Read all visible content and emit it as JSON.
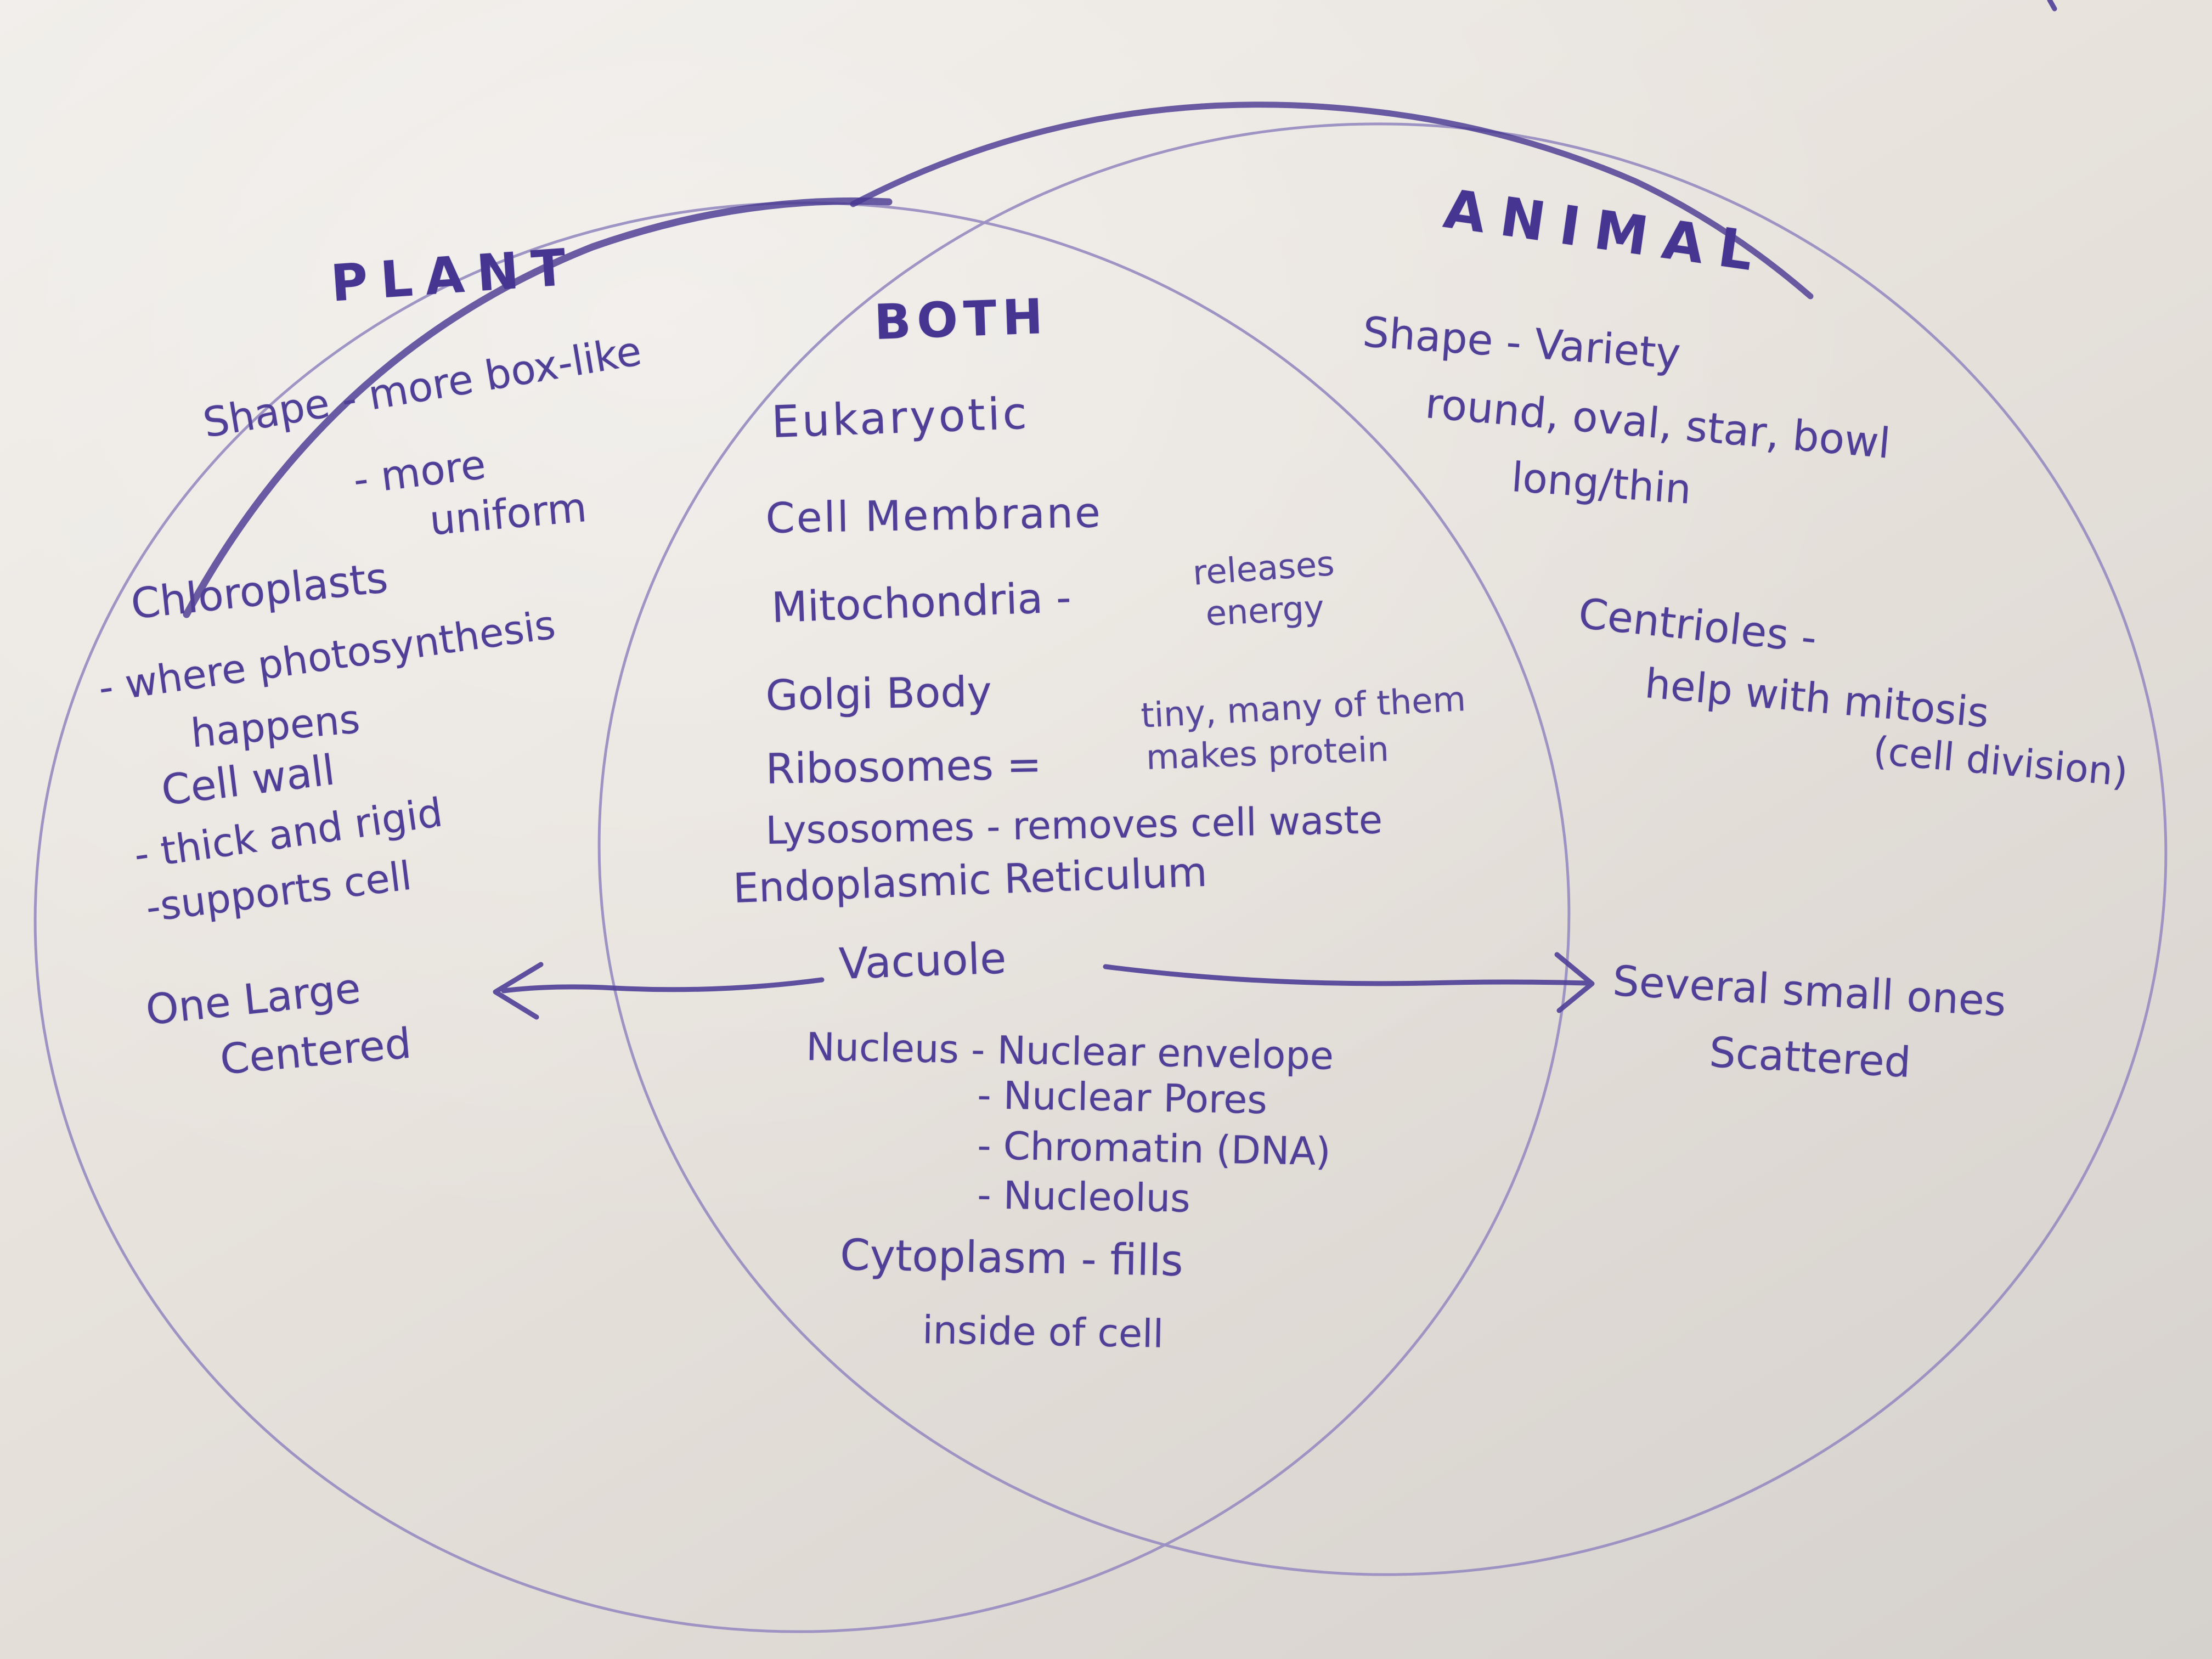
{
  "colors": {
    "ink": "#4f3f97",
    "ink-dark": "#473691",
    "ink-light": "#9a8fc2",
    "background": "#e7e2dc"
  },
  "plant": {
    "label": "PLANT",
    "shape_line1": "Shape - more box-like",
    "shape_line2": "- more",
    "shape_line3": "uniform",
    "chloroplasts_line1": "Chloroplasts",
    "chloroplasts_line2": "- where photosynthesis",
    "chloroplasts_line3": "happens",
    "cell_wall_line1": "Cell wall",
    "cell_wall_line2": "- thick and rigid",
    "cell_wall_line3": "-supports cell",
    "vacuole_line1": "One Large",
    "vacuole_line2": "Centered"
  },
  "both": {
    "label": "BOTH",
    "eukaryotic": "Eukaryotic",
    "cell_membrane": "Cell Membrane",
    "mitochondria": "Mitochondria -",
    "mitochondria_note_line1": "releases",
    "mitochondria_note_line2": "energy",
    "golgi_body": "Golgi Body",
    "ribosomes": "Ribosomes =",
    "ribosomes_note_line1": "tiny, many of them",
    "ribosomes_note_line2": "makes protein",
    "lysosomes": "Lysosomes - removes cell waste",
    "endoplasmic_reticulum": "Endoplasmic Reticulum",
    "vacuole": "Vacuole",
    "nucleus_line1": "Nucleus - Nuclear envelope",
    "nucleus_line2": "- Nuclear Pores",
    "nucleus_line3": "- Chromatin (DNA)",
    "nucleus_line4": "- Nucleolus",
    "cytoplasm_line1": "Cytoplasm - fills",
    "cytoplasm_line2": "inside of cell"
  },
  "animal": {
    "label": "ANIMAL",
    "shape_line1": "Shape - Variety",
    "shape_line2": "round, oval, star, bowl",
    "shape_line3": "long/thin",
    "centrioles_line1": "Centrioles -",
    "centrioles_line2": "help with mitosis",
    "centrioles_line3": "(cell division)",
    "vacuole_line1": "Several small ones",
    "vacuole_line2": "Scattered"
  }
}
